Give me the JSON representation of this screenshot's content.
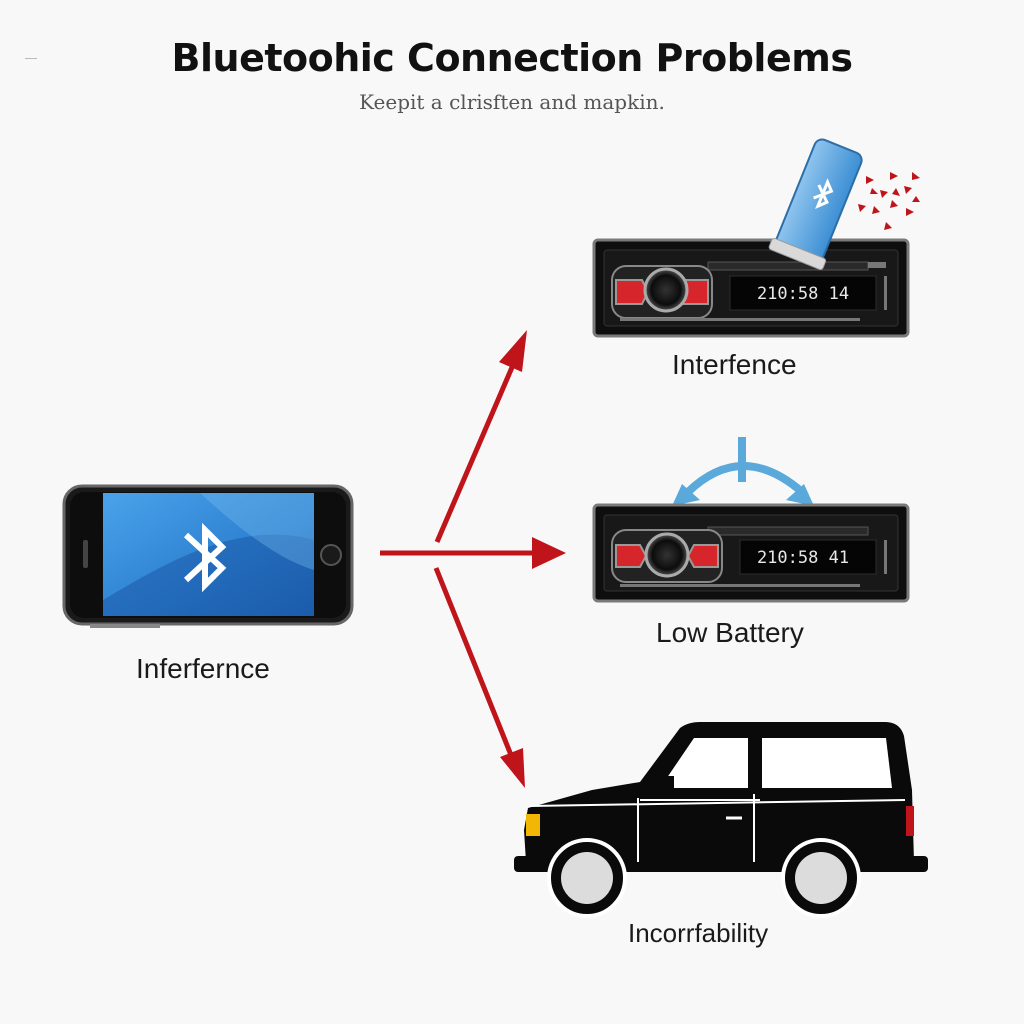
{
  "header": {
    "title": "Bluetoohic Connection Problems",
    "subtitle": "Keepit a clrisften and mapkin."
  },
  "labels": {
    "phone": "Inferfernce",
    "radio_top": "Interfence",
    "radio_middle": "Low Battery",
    "car": "Incorrfability"
  },
  "radio_displays": {
    "top": "210:58 14",
    "middle": "210:58 41"
  },
  "colors": {
    "arrow": "#c0141b",
    "phone_screen": "#2f8ad8",
    "battery": "#5fa8e0",
    "signal_arc": "#5aa9da",
    "radio_button": "#d7262b"
  },
  "icons": [
    "bluetooth-icon",
    "battery-icon",
    "signal-arc-icon",
    "spark-icon"
  ]
}
